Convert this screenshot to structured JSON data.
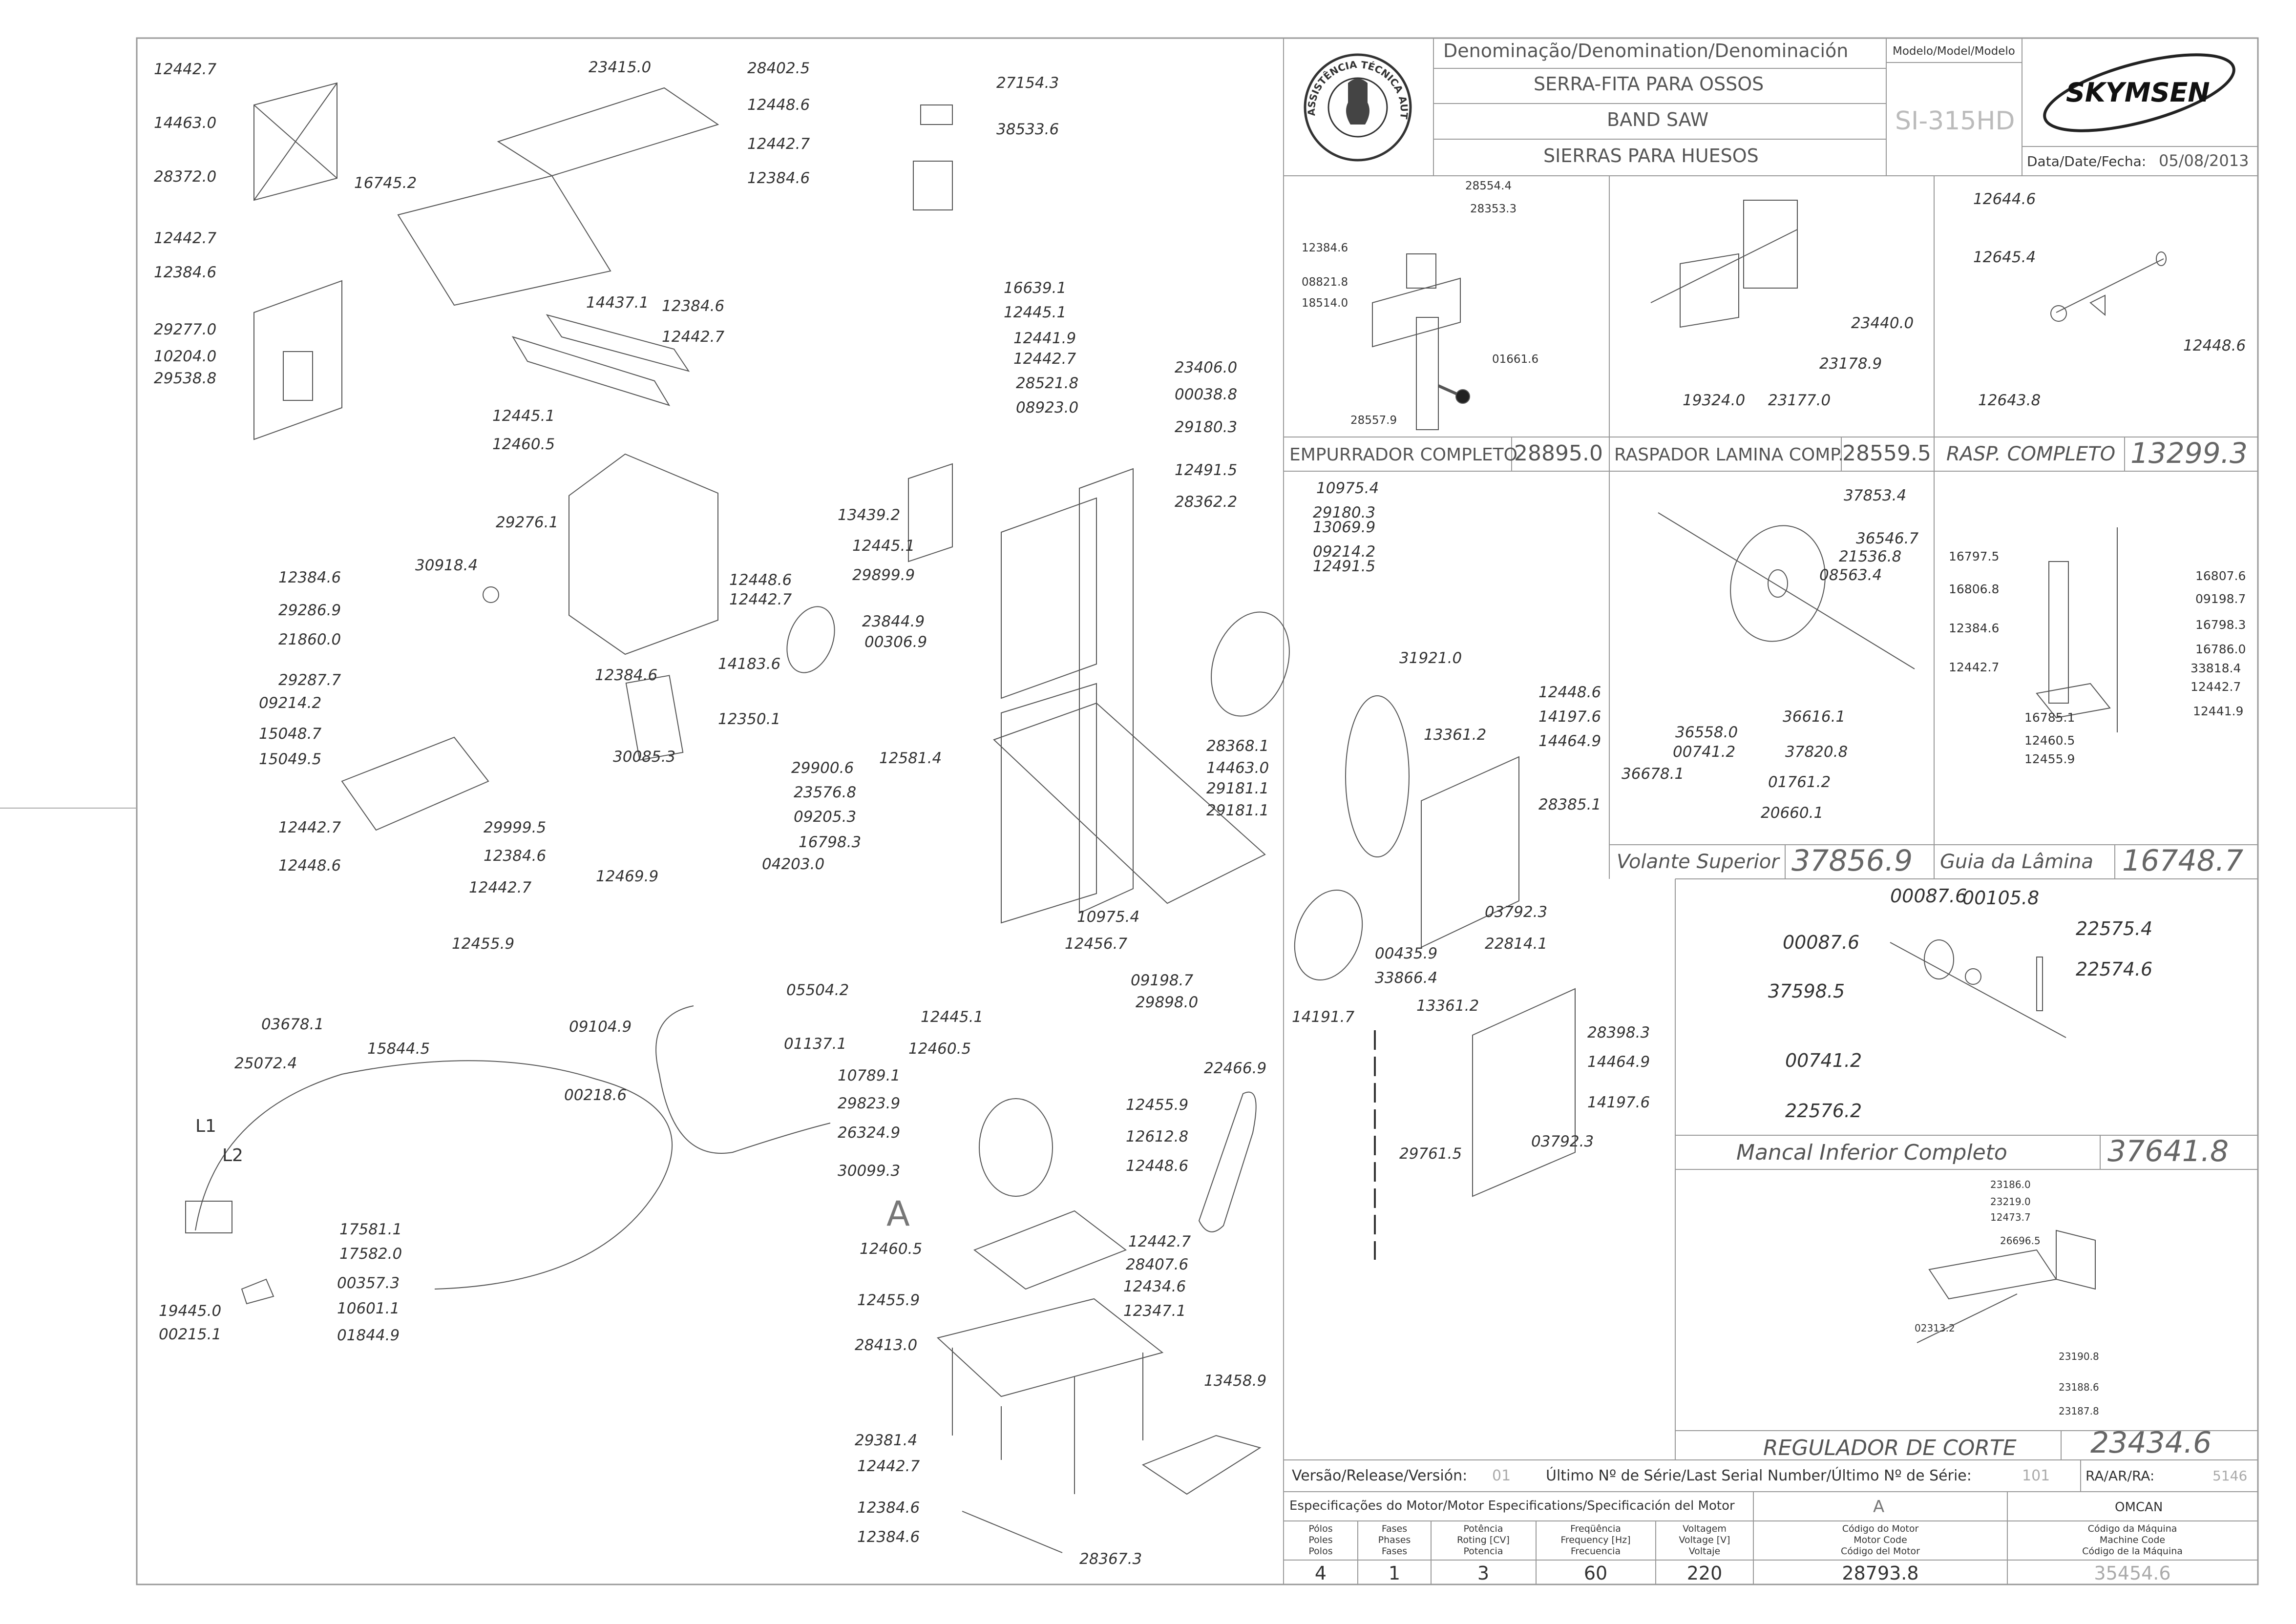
{
  "title_block": {
    "denomination_header": "Denominação/Denomination/Denominación",
    "model_header": "Modelo/Model/Modelo",
    "name_pt": "SERRA-FITA PARA OSSOS",
    "name_en": "BAND SAW",
    "name_es": "SIERRAS PARA HUESOS",
    "model": "SI-315HD",
    "brand": "SKYMSEN",
    "date_label": "Data/Date/Fecha:",
    "date": "05/08/2013",
    "seal_text": "ASSISTÊNCIA TÉCNICA AUTORIZADA"
  },
  "subassemblies": [
    {
      "name": "EMPURRADOR COMPLETO",
      "code": "28895.0",
      "parts": [
        "28554.4",
        "28353.3",
        "12384.6",
        "08821.8",
        "18514.0",
        "01661.6",
        "28557.9"
      ]
    },
    {
      "name": "RASPADOR LAMINA COMP.",
      "code": "28559.5",
      "parts": [
        "23440.0",
        "23178.9",
        "19324.0",
        "23177.0"
      ]
    },
    {
      "name": "RASP. COMPLETO",
      "code": "13299.3",
      "parts": [
        "12644.6",
        "12645.4",
        "12448.6",
        "12643.8"
      ]
    },
    {
      "name": "Volante Superior",
      "code": "37856.9",
      "parts": [
        "37853.4",
        "36546.7",
        "21536.8",
        "08563.4",
        "36558.0",
        "00741.2",
        "36678.1",
        "36616.1",
        "37820.8",
        "01761.2",
        "20660.1"
      ]
    },
    {
      "name": "Guia da Lâmina",
      "code": "16748.7",
      "parts": [
        "16797.5",
        "16806.8",
        "12384.6",
        "12442.7",
        "16807.6",
        "09198.7",
        "16798.3",
        "16786.0",
        "33818.4",
        "12442.7",
        "12441.9",
        "16785.1",
        "12460.5",
        "12455.9"
      ]
    },
    {
      "name": "Mancal Inferior Completo",
      "code": "37641.8",
      "parts": [
        "00087.6",
        "00105.8",
        "00087.6",
        "22575.4",
        "22574.6",
        "37598.5",
        "00741.2",
        "22576.2"
      ]
    },
    {
      "name": "REGULADOR DE CORTE",
      "code": "23434.6",
      "parts": [
        "23186.0",
        "23219.0",
        "12473.7",
        "26696.5",
        "02313.2",
        "23190.8",
        "23188.6",
        "23187.8"
      ]
    }
  ],
  "main_labels": {
    "top_left": [
      "12442.7",
      "14463.0",
      "28372.0",
      "12442.7",
      "12384.6",
      "29277.0",
      "10204.0",
      "29538.8"
    ],
    "table": [
      "23415.0",
      "28402.5",
      "12448.6",
      "12442.7",
      "12384.6",
      "16745.2",
      "14437.1",
      "12384.6",
      "12442.7"
    ],
    "decals": [
      "27154.3",
      "38533.6"
    ],
    "housing": [
      "12445.1",
      "12460.5",
      "29276.1",
      "30918.4",
      "12448.6",
      "12442.7",
      "12384.6",
      "30085.3"
    ],
    "left_bracket": [
      "12384.6",
      "29286.9",
      "21860.0",
      "29287.7",
      "09214.2",
      "15048.7",
      "15049.5",
      "12442.7",
      "12448.6",
      "29999.5",
      "12384.6",
      "12442.7",
      "12455.9"
    ],
    "center": [
      "16639.1",
      "12445.1",
      "12441.9",
      "12442.7",
      "28521.8",
      "08923.0",
      "23406.0",
      "00038.8",
      "29180.3",
      "12491.5",
      "28362.2",
      "13439.2",
      "12445.1",
      "29899.9",
      "23844.9",
      "00306.9",
      "14183.6",
      "12350.1",
      "12581.4",
      "29900.6",
      "23576.8",
      "09205.3",
      "16798.3",
      "04203.0",
      "12469.9",
      "10975.4",
      "29180.3",
      "13069.9",
      "09214.2",
      "12491.5",
      "28368.1",
      "14463.0",
      "29181.1",
      "29181.1",
      "10975.4",
      "12456.7",
      "09198.7",
      "29898.0",
      "00435.9",
      "33866.4",
      "31921.0"
    ],
    "right_doors": [
      "13361.2",
      "12448.6",
      "14197.6",
      "14464.9",
      "28385.1",
      "03792.3",
      "22814.1",
      "14191.7",
      "13361.2",
      "28398.3",
      "14464.9",
      "14197.6",
      "03792.3",
      "29761.5"
    ],
    "electrical": [
      "05504.2",
      "09104.9",
      "01137.1",
      "00218.6",
      "10789.1",
      "29823.9",
      "26324.9",
      "30099.3",
      "03678.1",
      "25072.4",
      "15844.5",
      "L1",
      "L2",
      "17581.1",
      "17582.0",
      "00357.3",
      "10601.1",
      "01844.9",
      "19445.0",
      "00215.1"
    ],
    "motor": [
      "12445.1",
      "12460.5",
      "12455.9",
      "12612.8",
      "12448.6",
      "12442.7",
      "A",
      "28407.6",
      "12434.6",
      "12347.1",
      "12460.5",
      "12455.9",
      "28413.0",
      "22466.9",
      "13458.9",
      "29381.4",
      "12442.7",
      "12384.6",
      "12384.6",
      "28367.3"
    ]
  },
  "footer": {
    "version_label": "Versão/Release/Versión:",
    "version": "01",
    "serial_label": "Último Nº de Série/Last Serial Number/Último Nº de Série:",
    "serial": "101",
    "ra_label": "RA/AR/RA:",
    "ra": "5146",
    "motor_spec_label": "Especificações do Motor/Motor Especifications/Specificación del Motor",
    "motor_letter": "A",
    "omcan": "OMCAN",
    "columns": [
      {
        "h1": "Pólos",
        "h2": "Poles",
        "h3": "Polos",
        "value": "4"
      },
      {
        "h1": "Fases",
        "h2": "Phases",
        "h3": "Fases",
        "value": "1"
      },
      {
        "h1": "Potência",
        "h2": "Roting [CV]",
        "h3": "Potencia",
        "value": "3"
      },
      {
        "h1": "Freqüência",
        "h2": "Frequency [Hz]",
        "h3": "Frecuencia",
        "value": "60"
      },
      {
        "h1": "Voltagem",
        "h2": "Voltage [V]",
        "h3": "Voltaje",
        "value": "220"
      },
      {
        "h1": "Código do Motor",
        "h2": "Motor Code",
        "h3": "Código del Motor",
        "value": "28793.8"
      },
      {
        "h1": "Código da Máquina",
        "h2": "Machine Code",
        "h3": "Código de la Máquina",
        "value": "35454.6"
      }
    ]
  }
}
